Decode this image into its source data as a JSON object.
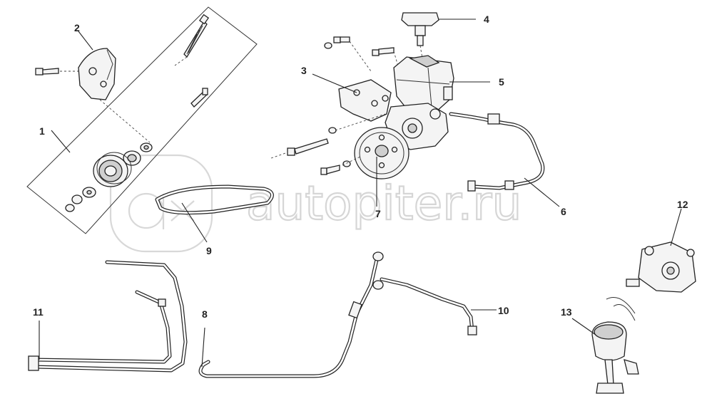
{
  "watermark": {
    "text": "autopiter.ru"
  },
  "callouts": [
    {
      "id": "1",
      "label": "1"
    },
    {
      "id": "2",
      "label": "2"
    },
    {
      "id": "3",
      "label": "3"
    },
    {
      "id": "4",
      "label": "4"
    },
    {
      "id": "5",
      "label": "5"
    },
    {
      "id": "6",
      "label": "6"
    },
    {
      "id": "7",
      "label": "7"
    },
    {
      "id": "8",
      "label": "8"
    },
    {
      "id": "9",
      "label": "9"
    },
    {
      "id": "10",
      "label": "10"
    },
    {
      "id": "11",
      "label": "11"
    },
    {
      "id": "12",
      "label": "12"
    },
    {
      "id": "13",
      "label": "13"
    }
  ],
  "colors": {
    "line": "#222222",
    "watermark": "#d6d6d6",
    "background": "#ffffff"
  }
}
